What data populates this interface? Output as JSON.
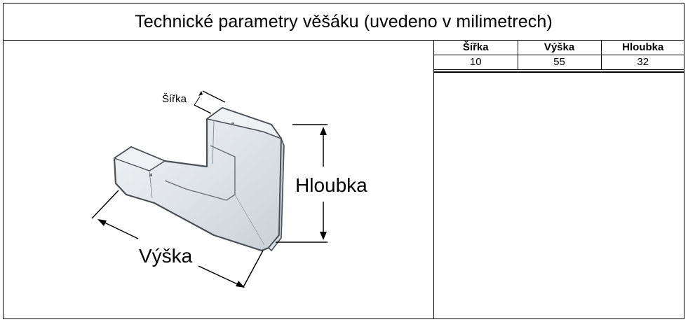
{
  "title": "Technické parametry věšáku (uvedeno v milimetrech)",
  "table": {
    "headers": [
      "Šířka",
      "Výška",
      "Hloubka"
    ],
    "values": [
      "10",
      "55",
      "32"
    ]
  },
  "figure": {
    "label_width": "Šířka",
    "label_height": "Výška",
    "label_depth": "Hloubka"
  }
}
